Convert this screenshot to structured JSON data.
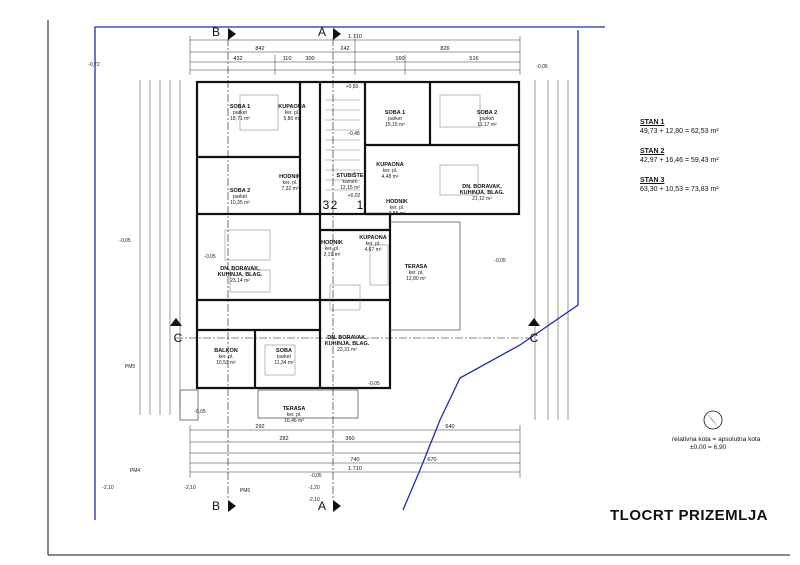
{
  "title": "TLOCRT PRIZEMLJA",
  "stanovi": [
    {
      "name": "STAN 1",
      "formula": "49,73 + 12,80 = 62,53 m²"
    },
    {
      "name": "STAN 2",
      "formula": "42,97 + 16,46 = 59,43 m²"
    },
    {
      "name": "STAN 3",
      "formula": "63,30 + 10,53 = 73,83 m²"
    }
  ],
  "note": {
    "line1": "relativna kota = apsolutna kota",
    "line2": "±0,00 = 6,90"
  },
  "axes": {
    "a": "A",
    "b": "B",
    "c": "C"
  },
  "rooms": {
    "soba1_left": {
      "name": "SOBA 1",
      "sub": "parket",
      "area": "18,71 m²"
    },
    "kupaona_top": {
      "name": "KUPAONA",
      "sub": "ker. pl.",
      "area": "5,80 m²"
    },
    "soba1_mid": {
      "name": "SOBA 1",
      "sub": "parket",
      "area": "15,15 m²"
    },
    "soba2_right": {
      "name": "SOBA 2",
      "sub": "parket",
      "area": "11,17 m²"
    },
    "hodnik_left": {
      "name": "HODNIK",
      "sub": "ker. pl.",
      "area": "7,32 m²"
    },
    "soba2_left": {
      "name": "SOBA 2",
      "sub": "parket",
      "area": "10,35 m²"
    },
    "stubiste": {
      "name": "STUBIŠTE",
      "sub": "kamen",
      "area": "12,15 m²"
    },
    "kupaona_mid": {
      "name": "KUPAONA",
      "sub": "ker. pl.",
      "area": "4,48 m²"
    },
    "hodnik_mid": {
      "name": "HODNIK",
      "sub": "ker. pl.",
      "area": "3,88 m²"
    },
    "dnevni_right": {
      "name": "DN. BORAVAK,",
      "sub": "KUHINJA, BLAG.",
      "area": "21,12 m²"
    },
    "hodnik_small": {
      "name": "HODNIK",
      "sub": "ker. pl.",
      "area": "2,19 m²"
    },
    "kupaona_low": {
      "name": "KUPAONA",
      "sub": "ker. pl.",
      "area": "4,67 m²"
    },
    "dnevni_left": {
      "name": "DN. BORAVAK,",
      "sub": "KUHINJA, BLAG.",
      "area": "23,14 m²"
    },
    "terasa_right": {
      "name": "TERASA",
      "sub": "ker. pl.",
      "area": "12,80 m²"
    },
    "balkon": {
      "name": "BALKON",
      "sub": "ker. pl.",
      "area": "10,53 m²"
    },
    "soba_low": {
      "name": "SOBA",
      "sub": "parket",
      "area": "11,34 m²"
    },
    "dnevni_low": {
      "name": "DN. BORAVAK,",
      "sub": "KUHINJA, BLAG.",
      "area": "23,31 m²"
    },
    "terasa_low": {
      "name": "TERASA",
      "sub": "ker. pl.",
      "area": "16,46 m²"
    }
  },
  "stair_marks": {
    "s1": "1",
    "s2": "2",
    "s3": "3"
  },
  "levels": {
    "l1": "-0,72",
    "l2": "-0,05",
    "l3": "-0,05",
    "l4": "-0,05",
    "l5": "-0,05",
    "l6": "+0,50",
    "l7": "-0,48",
    "l8": "+0,02",
    "l9": "-0,05",
    "l10": "-0,05",
    "l11": "-1,20",
    "l12": "-2,10",
    "l13": "-2,10",
    "l14": "-2,10",
    "l15": "-0,05"
  },
  "pm": {
    "pm1": "PM5",
    "pm2": "PM4",
    "pm3": "PM6"
  },
  "dims_top": {
    "total": "1.710",
    "d842": "842",
    "d826": "826",
    "d432": "432",
    "d110": "110",
    "d300": "300",
    "d242": "242",
    "d160": "160",
    "d516": "516"
  },
  "dims_bottom": {
    "total": "1.710",
    "d640": "640",
    "d740": "740",
    "d670": "670",
    "d292": "292",
    "d282": "282",
    "d360": "360"
  }
}
